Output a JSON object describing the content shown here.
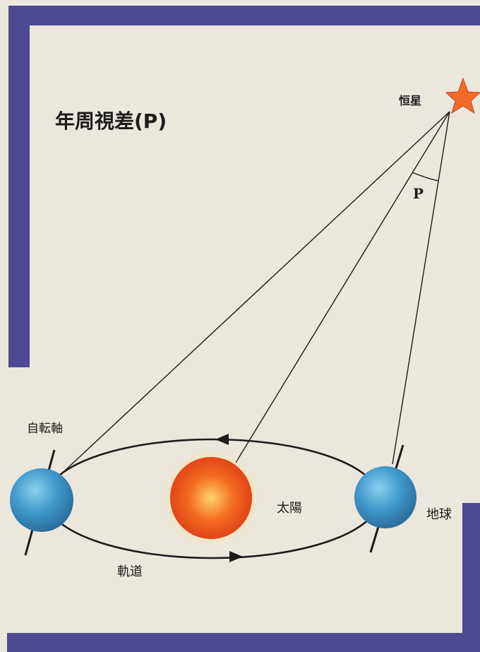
{
  "title": "年周視差(P)",
  "labels": {
    "star": "恒星",
    "angle": "P",
    "axis": "自転軸",
    "sun": "太陽",
    "earth": "地球",
    "orbit": "軌道"
  },
  "colors": {
    "space_border": "#4d4a93",
    "paper": "#ebe7dd",
    "star": "#f26a2a",
    "sun": "#f24b1b",
    "earth": "#3d95c9",
    "line": "#1b1b1b"
  },
  "icons": [
    "star-icon",
    "sun-icon",
    "earth-icon",
    "orbit-arrow-icon"
  ]
}
